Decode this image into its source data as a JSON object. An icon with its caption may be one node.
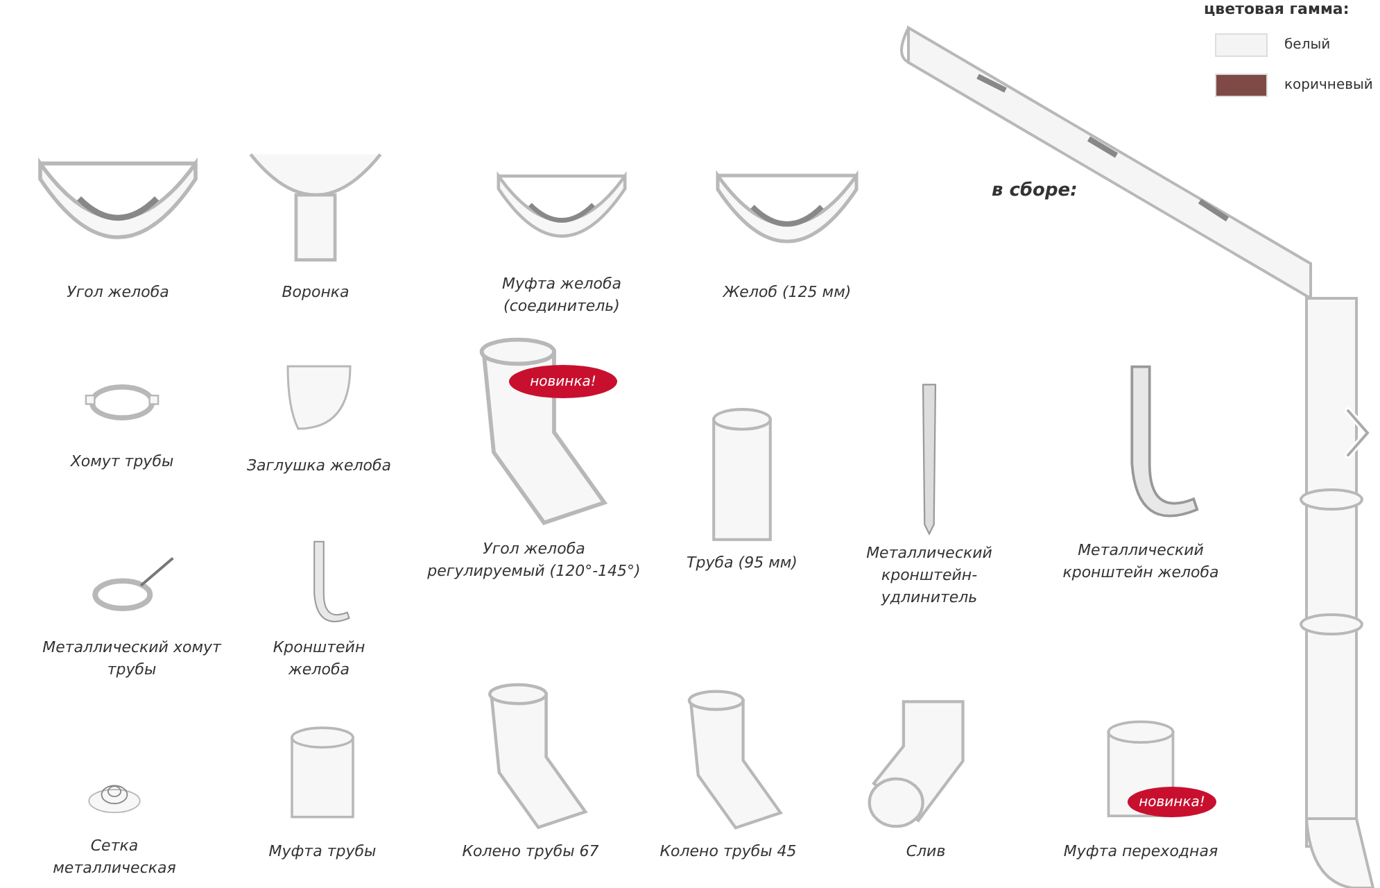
{
  "diagram": {
    "title": "цветовая гамма:",
    "nodes": [
      {
        "text": [
          "Угол желоба"
        ]
      },
      {
        "text": [
          "Воронка"
        ]
      },
      {
        "text": [
          "Муфта желоба (соединитель)"
        ]
      },
      {
        "text": [
          "Желоб (125 мм)"
        ]
      },
      {
        "text": [
          "Хомут трубы"
        ]
      },
      {
        "text": [
          "Заглушка желоба"
        ]
      },
      {
        "text": [
          "Угол желоба регулируемый (120°-145°)"
        ]
      },
      {
        "text": [
          "новинка!"
        ],
        "in": 6
      },
      {
        "text": [
          "Труба (95 мм)"
        ]
      },
      {
        "text": [
          "Металлический кронштейн-удлинитель"
        ]
      },
      {
        "text": [
          "Металлический кронштейн желоба"
        ]
      },
      {
        "text": [
          "Металлический хомут трубы"
        ]
      },
      {
        "text": [
          "Кронштейн желоба"
        ]
      },
      {
        "text": [
          "Сетка металлическая"
        ]
      },
      {
        "text": [
          "Муфта трубы"
        ]
      },
      {
        "text": [
          "Колено трубы 67"
        ]
      },
      {
        "text": [
          "Колено трубы 45"
        ]
      },
      {
        "text": [
          "Слив"
        ]
      },
      {
        "text": [
          "Муфта переходная"
        ]
      },
      {
        "text": [
          "новинка!"
        ]
      }
    ],
    "labels": [
      "в сборе:"
    ],
    "legend": [
      {
        "text": "белый",
        "color": "#f4f4f4"
      },
      {
        "text": "коричневый",
        "color": "#7f4a45"
      }
    ]
  }
}
